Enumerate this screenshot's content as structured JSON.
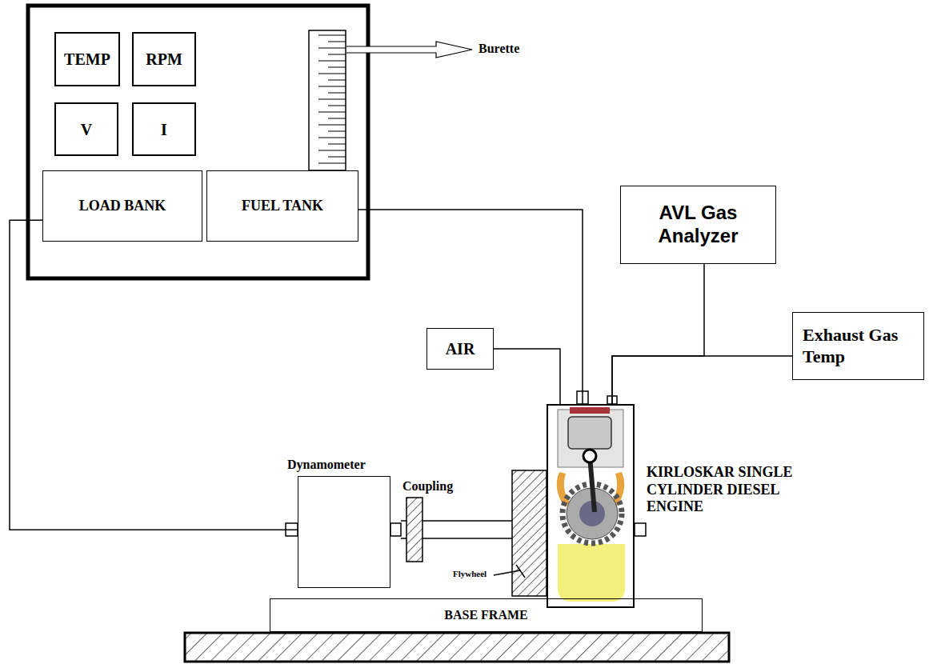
{
  "diagram": {
    "nodes": [
      {
        "text": [
          "TEMP"
        ]
      },
      {
        "text": [
          "RPM"
        ]
      },
      {
        "text": [
          "V"
        ]
      },
      {
        "text": [
          "I"
        ]
      },
      {
        "text": [
          "LOAD BANK"
        ]
      },
      {
        "text": [
          "FUEL TANK"
        ]
      },
      {
        "text": [
          "AVL Gas Analyzer"
        ]
      },
      {
        "text": [
          "AIR"
        ]
      },
      {
        "text": [
          "Exhaust Gas Temp"
        ]
      },
      {
        "text": [
          "Dynamometer"
        ]
      },
      {
        "text": [
          "KIRLOSKAR SINGLE CYLINDER DIESEL ENGINE"
        ]
      },
      {
        "text": [
          "BASE FRAME"
        ]
      }
    ],
    "edges": [
      {
        "from": 4,
        "to": 9,
        "arrow": "none"
      },
      {
        "from": 5,
        "to": 10,
        "arrow": "none"
      },
      {
        "from": 7,
        "to": 10,
        "arrow": "none"
      },
      {
        "from": 10,
        "to": 6,
        "arrow": "none"
      },
      {
        "from": 10,
        "to": 8,
        "arrow": "none"
      }
    ],
    "labels": [
      "Burette",
      "Coupling",
      "Flywheel"
    ]
  }
}
